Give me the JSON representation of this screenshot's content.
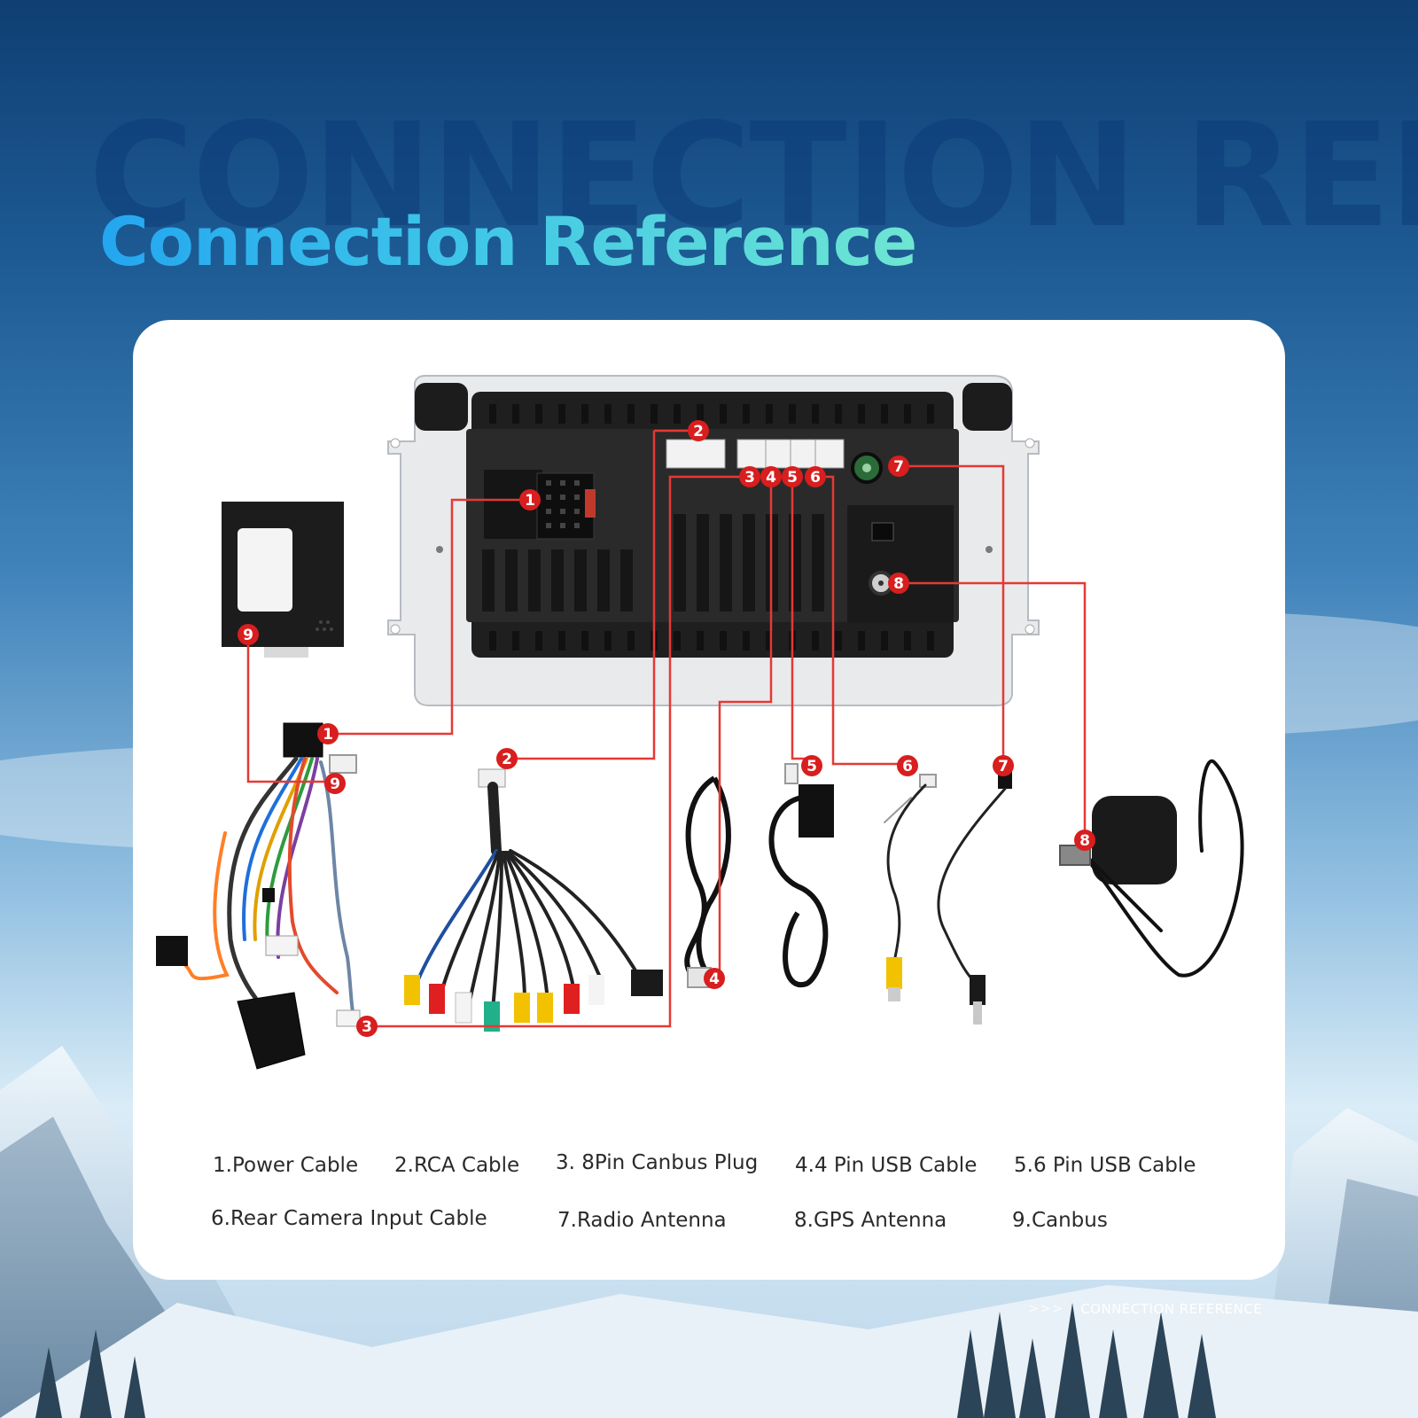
{
  "header": {
    "watermark": "CONNECTION REFERENCE",
    "title": "Connection Reference"
  },
  "legend": [
    "1.Power Cable",
    "2.RCA Cable",
    "3. 8Pin Canbus Plug",
    "4.4 Pin USB Cable",
    "5.6 Pin USB Cable",
    "6.Rear Camera Input Cable",
    "7.Radio Antenna",
    "8.GPS Antenna",
    "9.Canbus"
  ],
  "badges": [
    "1",
    "2",
    "3",
    "4",
    "5",
    "6",
    "7",
    "8",
    "9"
  ],
  "footer": {
    "chevrons": ">>>",
    "label": "CONNECTION REFERENCE"
  },
  "colors": {
    "accent_line": "#e53935",
    "badge": "#d81e1e",
    "title_gradient_start": "#24a6f0",
    "title_gradient_end": "#6ee6d2"
  }
}
